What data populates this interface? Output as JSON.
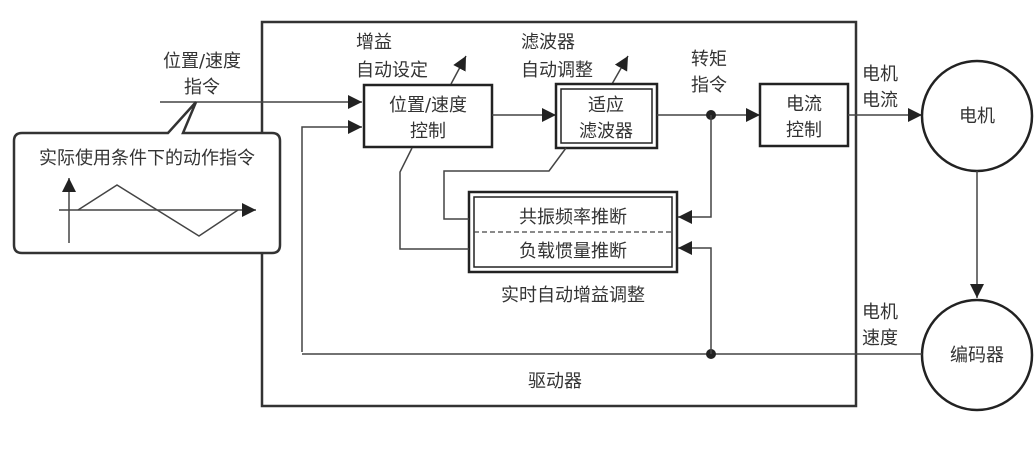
{
  "diagram": {
    "driver_label": "驱动器",
    "input": {
      "line1": "位置/速度",
      "line2": "指令"
    },
    "callout": {
      "title": "实际使用条件下的动作指令"
    },
    "gain_auto": {
      "line1": "增益",
      "line2": "自动设定"
    },
    "filter_auto": {
      "line1": "滤波器",
      "line2": "自动调整"
    },
    "pos_speed_ctrl": {
      "line1": "位置/速度",
      "line2": "控制"
    },
    "adaptive_filter": {
      "line1": "适应",
      "line2": "滤波器"
    },
    "torque_cmd": {
      "line1": "转矩",
      "line2": "指令"
    },
    "current_ctrl": {
      "line1": "电流",
      "line2": "控制"
    },
    "motor_current": {
      "line1": "电机",
      "line2": "电流"
    },
    "motor": "电机",
    "encoder": "编码器",
    "motor_speed": {
      "line1": "电机",
      "line2": "速度"
    },
    "resonance": "共振频率推断",
    "inertia": "负载惯量推断",
    "realtime_gain": "实时自动增益调整"
  }
}
